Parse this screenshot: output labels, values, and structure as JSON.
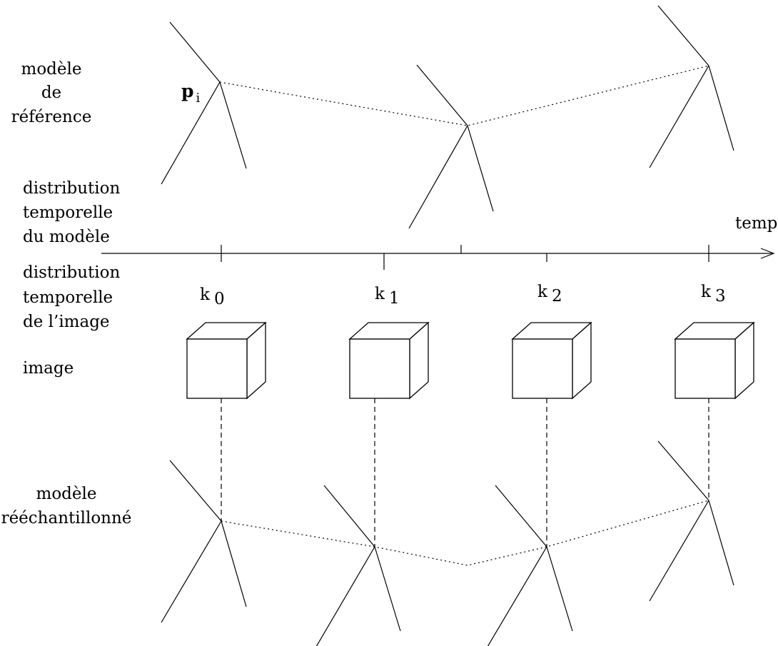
{
  "labels": {
    "reference_model": [
      "modèle",
      "de",
      "référence"
    ],
    "model_time_distribution": [
      "distribution",
      "temporelle",
      "du modèle"
    ],
    "image_time_distribution": [
      "distribution",
      "temporelle",
      "de l’image"
    ],
    "image": "image",
    "resampled_model": [
      "modèle",
      "rééchantillonné"
    ],
    "time_axis": "temps",
    "point_label": {
      "base": "p",
      "subscript": "i"
    }
  },
  "keyframes": [
    {
      "base": "k",
      "subscript": "0"
    },
    {
      "base": "k",
      "subscript": "1"
    },
    {
      "base": "k",
      "subscript": "2"
    },
    {
      "base": "k",
      "subscript": "3"
    }
  ]
}
